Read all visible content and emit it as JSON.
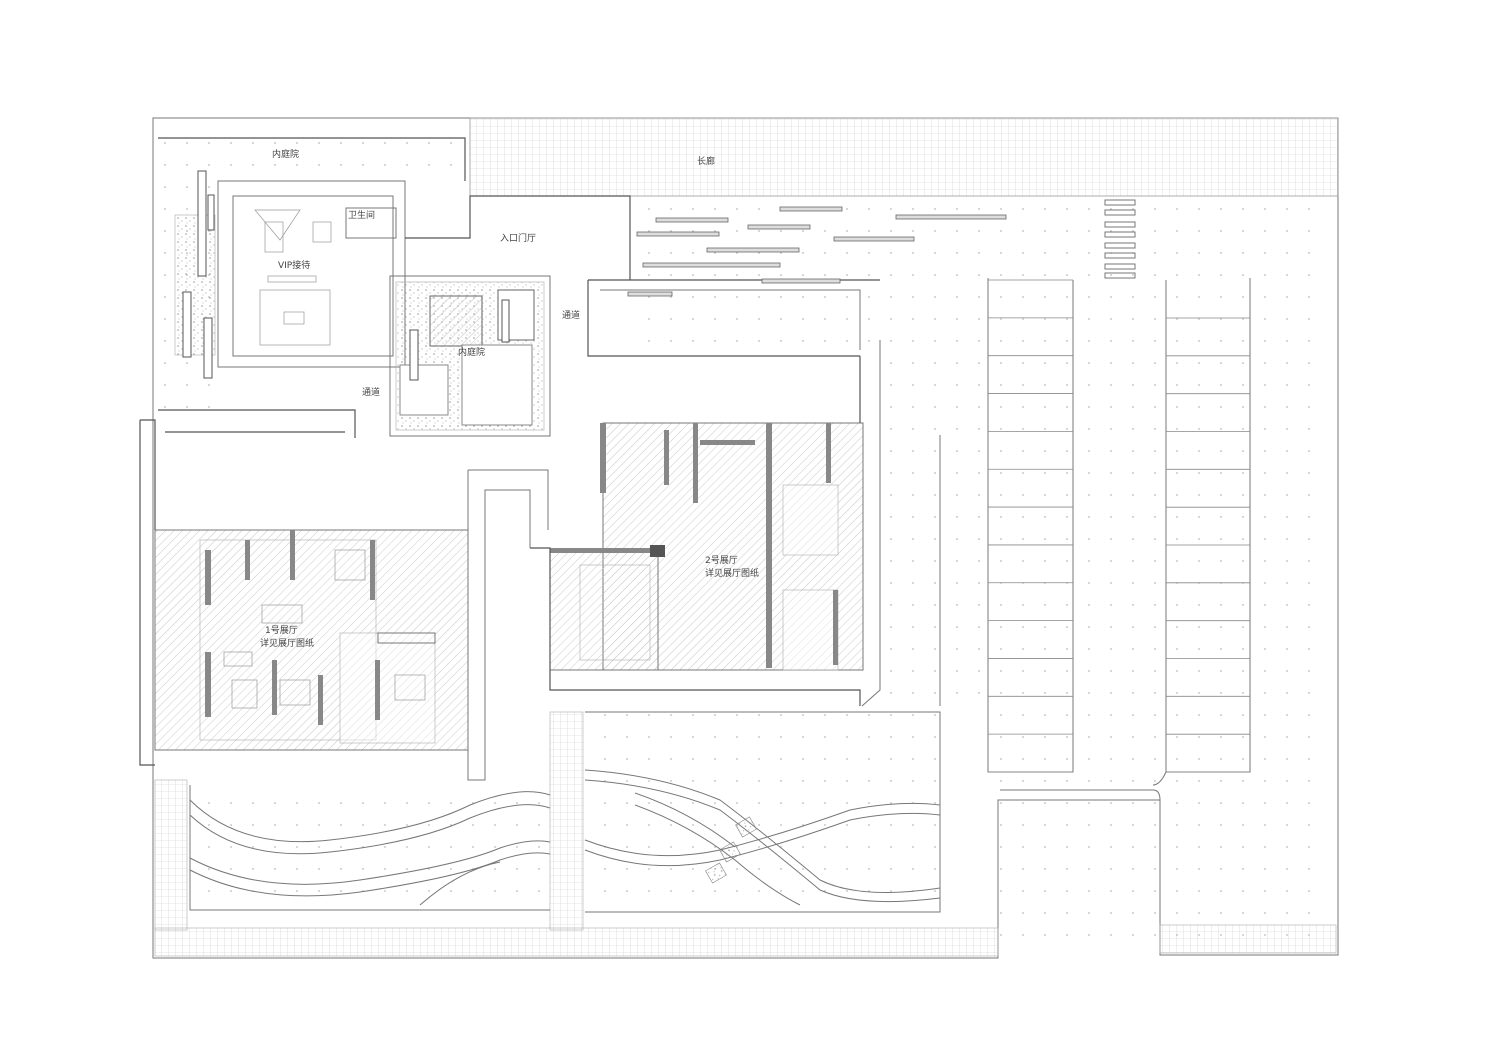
{
  "labels": {
    "inner_courtyard_top": "内庭院",
    "corridor": "长廊",
    "toilet": "卫生间",
    "entrance_hall": "入口门厅",
    "vip": "VIP接待",
    "passage_right": "通道",
    "inner_courtyard_mid": "内庭院",
    "passage_left": "通道",
    "hall2_title": "2号展厅",
    "hall2_note": "详见展厅图纸",
    "hall1_title": "1号展厅",
    "hall1_note": "详见展厅图纸"
  },
  "parking": {
    "left_bay_count": 13,
    "right_bay_count": 12
  },
  "colors": {
    "line": "#777777",
    "hatch": "#bdbdbd",
    "dark_wall": "#555555"
  }
}
